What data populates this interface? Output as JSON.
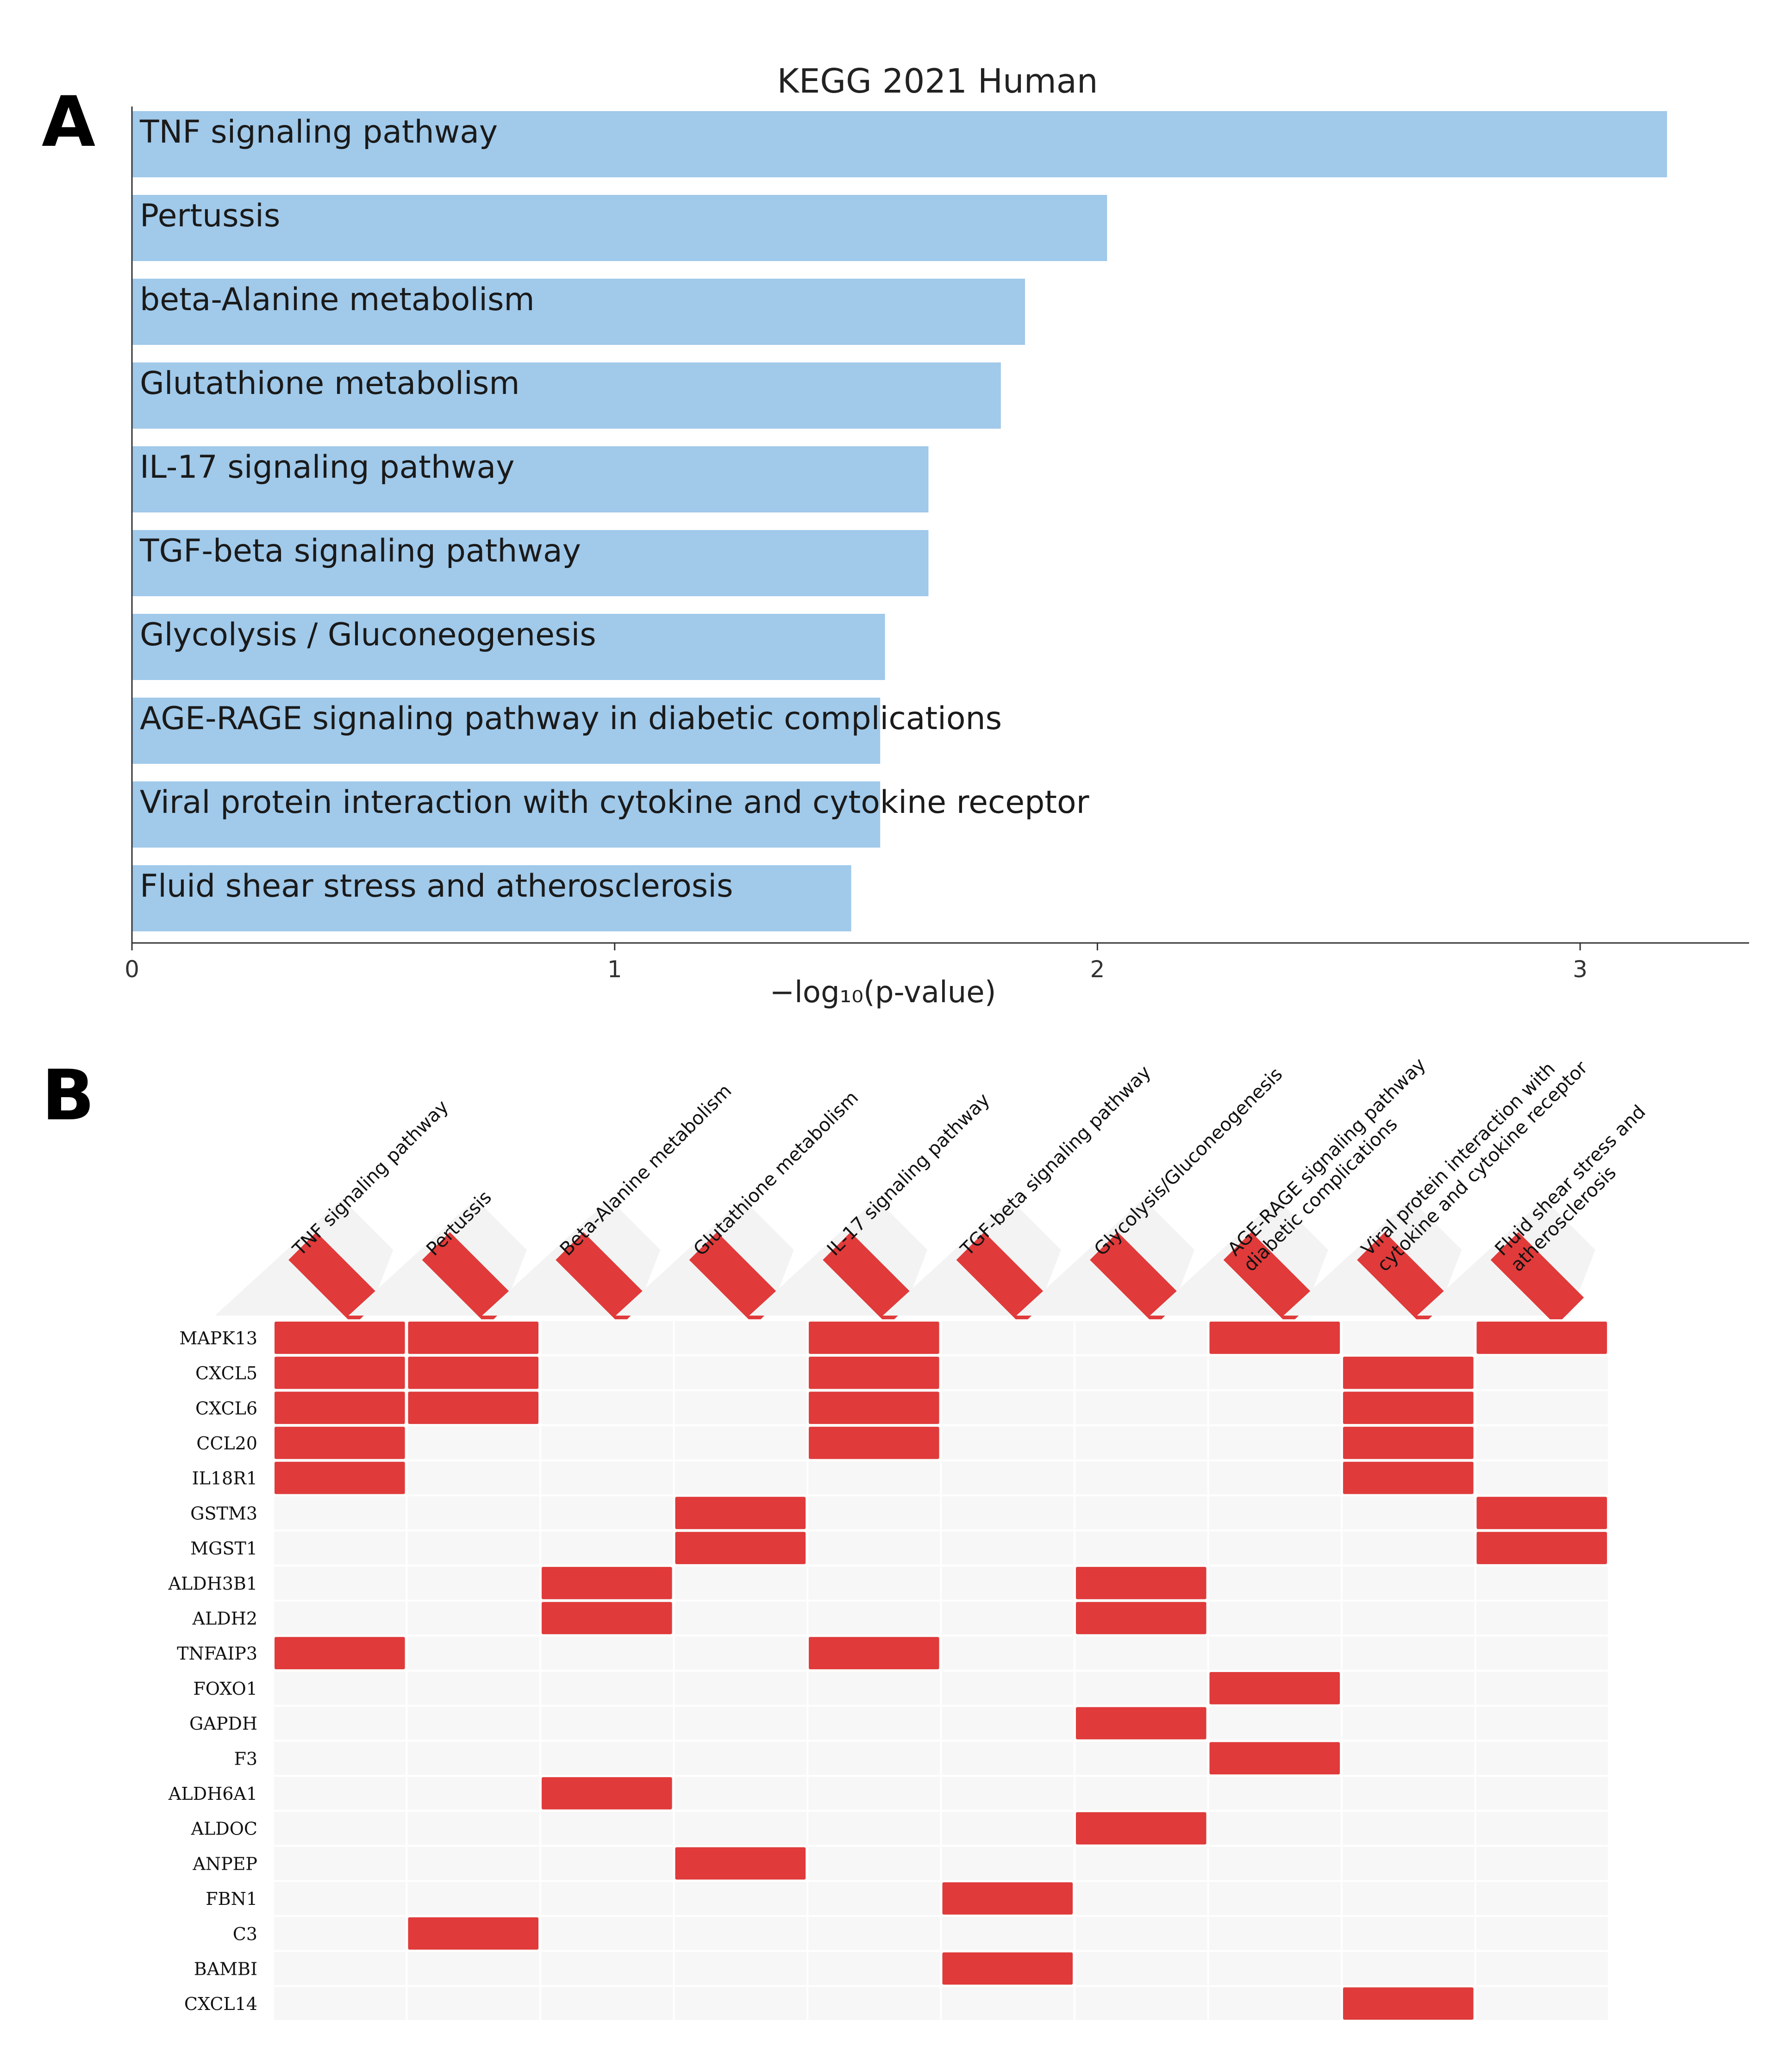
{
  "panels": {
    "a": "A",
    "b": "B"
  },
  "chart_data": [
    {
      "type": "bar",
      "orientation": "horizontal",
      "title": "KEGG 2021 Human",
      "xlabel": "−log₁₀(p-value)",
      "ylabel": "",
      "xlim": [
        0,
        3.35
      ],
      "xticks": [
        0,
        1,
        2,
        3
      ],
      "bar_color": "#a0c9ea",
      "grid": false,
      "categories": [
        "TNF signaling pathway",
        "Pertussis",
        "beta-Alanine metabolism",
        "Glutathione metabolism",
        "IL-17 signaling pathway",
        "TGF-beta signaling pathway",
        "Glycolysis / Gluconeogenesis",
        "AGE-RAGE signaling pathway in diabetic complications",
        "Viral protein interaction with cytokine and cytokine receptor",
        "Fluid shear stress and atherosclerosis"
      ],
      "values": [
        3.18,
        2.02,
        1.85,
        1.8,
        1.65,
        1.65,
        1.56,
        1.55,
        1.55,
        1.49
      ]
    },
    {
      "type": "heatmap",
      "cell_color": "#e03a3a",
      "empty_color": "#f7f7f7",
      "columns": [
        [
          "TNF signaling pathway"
        ],
        [
          "Pertussis"
        ],
        [
          "Beta-Alanine metabolism"
        ],
        [
          "Glutathione  metabolism"
        ],
        [
          "IL-17 signaling pathway"
        ],
        [
          "TGF-beta signaling pathway"
        ],
        [
          "Glycolysis/Gluconeogenesis"
        ],
        [
          "AGE-RAGE signaling pathway",
          "diabetic complications"
        ],
        [
          "Viral protein interaction with",
          "cytokine and cytokine receptor"
        ],
        [
          "Fluid shear stress and",
          "atherosclerosis"
        ]
      ],
      "rows": [
        "MAPK13",
        "CXCL5",
        "CXCL6",
        "CCL20",
        "IL18R1",
        "GSTM3",
        "MGST1",
        "ALDH3B1",
        "ALDH2",
        "TNFAIP3",
        "FOXO1",
        "GAPDH",
        "F3",
        "ALDH6A1",
        "ALDOC",
        "ANPEP",
        "FBN1",
        "C3",
        "BAMBI",
        "CXCL14"
      ],
      "matrix": [
        [
          1,
          1,
          0,
          0,
          1,
          0,
          0,
          1,
          0,
          1
        ],
        [
          1,
          1,
          0,
          0,
          1,
          0,
          0,
          0,
          1,
          0
        ],
        [
          1,
          1,
          0,
          0,
          1,
          0,
          0,
          0,
          1,
          0
        ],
        [
          1,
          0,
          0,
          0,
          1,
          0,
          0,
          0,
          1,
          0
        ],
        [
          1,
          0,
          0,
          0,
          0,
          0,
          0,
          0,
          1,
          0
        ],
        [
          0,
          0,
          0,
          1,
          0,
          0,
          0,
          0,
          0,
          1
        ],
        [
          0,
          0,
          0,
          1,
          0,
          0,
          0,
          0,
          0,
          1
        ],
        [
          0,
          0,
          1,
          0,
          0,
          0,
          1,
          0,
          0,
          0
        ],
        [
          0,
          0,
          1,
          0,
          0,
          0,
          1,
          0,
          0,
          0
        ],
        [
          1,
          0,
          0,
          0,
          1,
          0,
          0,
          0,
          0,
          0
        ],
        [
          0,
          0,
          0,
          0,
          0,
          0,
          0,
          1,
          0,
          0
        ],
        [
          0,
          0,
          0,
          0,
          0,
          0,
          1,
          0,
          0,
          0
        ],
        [
          0,
          0,
          0,
          0,
          0,
          0,
          0,
          1,
          0,
          0
        ],
        [
          0,
          0,
          1,
          0,
          0,
          0,
          0,
          0,
          0,
          0
        ],
        [
          0,
          0,
          0,
          0,
          0,
          0,
          1,
          0,
          0,
          0
        ],
        [
          0,
          0,
          0,
          1,
          0,
          0,
          0,
          0,
          0,
          0
        ],
        [
          0,
          0,
          0,
          0,
          0,
          1,
          0,
          0,
          0,
          0
        ],
        [
          0,
          1,
          0,
          0,
          0,
          0,
          0,
          0,
          0,
          0
        ],
        [
          0,
          0,
          0,
          0,
          0,
          1,
          0,
          0,
          0,
          0
        ],
        [
          0,
          0,
          0,
          0,
          0,
          0,
          0,
          0,
          1,
          0
        ]
      ]
    }
  ]
}
